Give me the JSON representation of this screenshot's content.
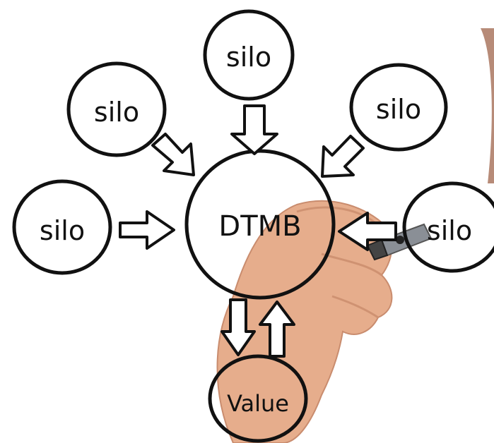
{
  "diagram": {
    "hub_label": "DTMB",
    "silo_labels": [
      "silo",
      "silo",
      "silo",
      "silo",
      "silo"
    ],
    "output_label": "Value"
  },
  "colors": {
    "ink": "#111111",
    "background": "#ffffff",
    "skin": "#e3a98a"
  }
}
